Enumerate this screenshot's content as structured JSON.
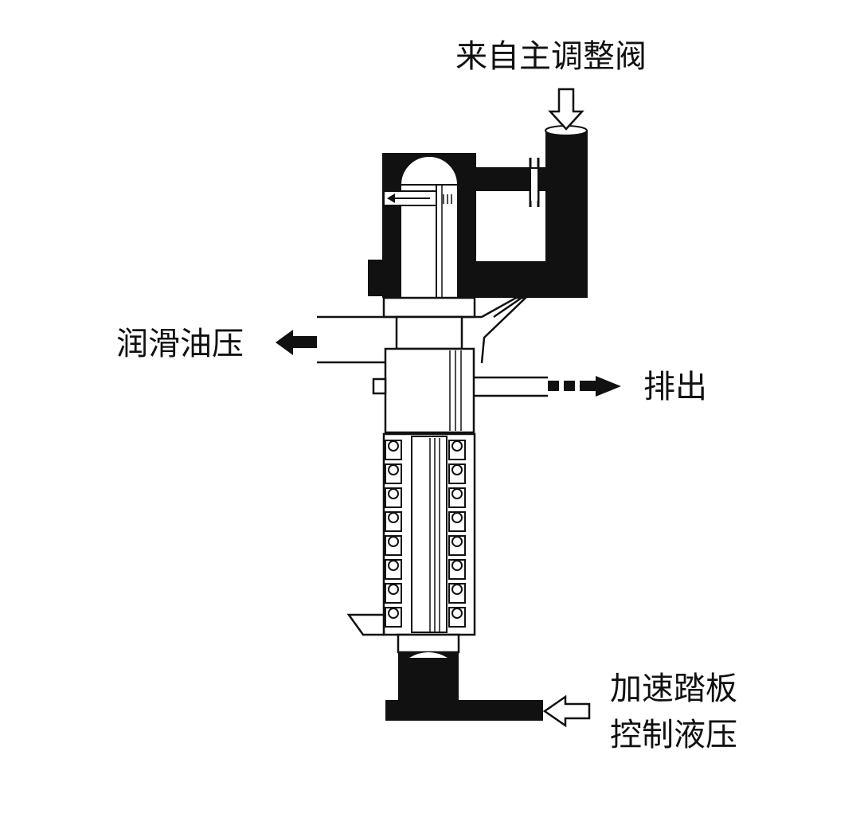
{
  "labels": {
    "from_main_regulator": "来自主调整阀",
    "lubrication_pressure": "润滑油压",
    "drain": "排出",
    "accelerator_line1": "加速踏板",
    "accelerator_line2": "控制液压"
  },
  "colors": {
    "ink": "#111111",
    "background": "#ffffff"
  }
}
